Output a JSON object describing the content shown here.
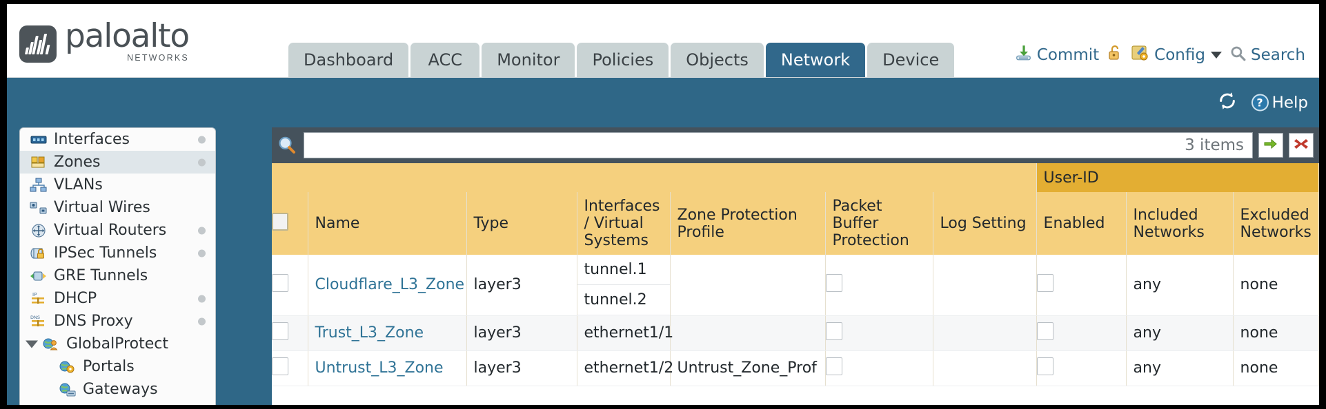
{
  "brand": {
    "name": "paloalto",
    "tagline": "NETWORKS",
    "logo_icon": "paloalto-logo-icon"
  },
  "nav_tabs": [
    {
      "label": "Dashboard",
      "active": false
    },
    {
      "label": "ACC",
      "active": false
    },
    {
      "label": "Monitor",
      "active": false
    },
    {
      "label": "Policies",
      "active": false
    },
    {
      "label": "Objects",
      "active": false
    },
    {
      "label": "Network",
      "active": true
    },
    {
      "label": "Device",
      "active": false
    }
  ],
  "header_actions": {
    "commit": {
      "label": "Commit",
      "icon": "commit-download-icon"
    },
    "lock": {
      "icon": "padlock-icon"
    },
    "config": {
      "label": "Config",
      "icon": "config-wrench-icon",
      "caret": "chevron-down-icon"
    },
    "search": {
      "label": "Search",
      "icon": "search-magnifier-icon"
    }
  },
  "band": {
    "refresh": {
      "icon": "refresh-icon"
    },
    "help": {
      "label": "Help",
      "badge": "?",
      "icon": "help-question-icon"
    }
  },
  "sidebar": {
    "items": [
      {
        "label": "Interfaces",
        "icon": "interfaces-icon",
        "dot": true,
        "selected": false,
        "child": false,
        "expander": false
      },
      {
        "label": "Zones",
        "icon": "zones-icon",
        "dot": true,
        "selected": true,
        "child": false,
        "expander": false
      },
      {
        "label": "VLANs",
        "icon": "vlans-icon",
        "dot": false,
        "selected": false,
        "child": false,
        "expander": false
      },
      {
        "label": "Virtual Wires",
        "icon": "virtual-wires-icon",
        "dot": false,
        "selected": false,
        "child": false,
        "expander": false
      },
      {
        "label": "Virtual Routers",
        "icon": "virtual-routers-icon",
        "dot": true,
        "selected": false,
        "child": false,
        "expander": false
      },
      {
        "label": "IPSec Tunnels",
        "icon": "ipsec-tunnels-icon",
        "dot": true,
        "selected": false,
        "child": false,
        "expander": false
      },
      {
        "label": "GRE Tunnels",
        "icon": "gre-tunnels-icon",
        "dot": false,
        "selected": false,
        "child": false,
        "expander": false
      },
      {
        "label": "DHCP",
        "icon": "dhcp-icon",
        "dot": true,
        "selected": false,
        "child": false,
        "expander": false
      },
      {
        "label": "DNS Proxy",
        "icon": "dns-proxy-icon",
        "dot": true,
        "selected": false,
        "child": false,
        "expander": false
      },
      {
        "label": "GlobalProtect",
        "icon": "globalprotect-icon",
        "dot": false,
        "selected": false,
        "child": false,
        "expander": true
      },
      {
        "label": "Portals",
        "icon": "portals-icon",
        "dot": false,
        "selected": false,
        "child": true,
        "expander": false
      },
      {
        "label": "Gateways",
        "icon": "gateways-icon",
        "dot": false,
        "selected": false,
        "child": true,
        "expander": false
      }
    ]
  },
  "search_bar": {
    "icon": "search-magnifier-icon",
    "value": "",
    "placeholder": "",
    "items_count": "3 items",
    "apply_icon": "green-arrow-icon",
    "clear_icon": "red-x-icon"
  },
  "table": {
    "group_header": {
      "label": "User-ID",
      "span": 3
    },
    "columns": [
      {
        "key": "checkbox",
        "label": ""
      },
      {
        "key": "name",
        "label": "Name"
      },
      {
        "key": "type",
        "label": "Type"
      },
      {
        "key": "interfaces",
        "label": "Interfaces / Virtual Systems"
      },
      {
        "key": "zone_protection",
        "label": "Zone Protection Profile"
      },
      {
        "key": "packet_buffer",
        "label": "Packet Buffer Protection"
      },
      {
        "key": "log_setting",
        "label": "Log Setting"
      },
      {
        "key": "enabled",
        "label": "Enabled"
      },
      {
        "key": "included",
        "label": "Included Networks"
      },
      {
        "key": "excluded",
        "label": "Excluded Networks"
      }
    ],
    "rows": [
      {
        "name": "Cloudflare_L3_Zone",
        "type": "layer3",
        "interfaces": [
          "tunnel.1",
          "tunnel.2"
        ],
        "zone_protection": "",
        "packet_buffer_checked": false,
        "log_setting": "",
        "enabled_checked": false,
        "included": "any",
        "excluded": "none"
      },
      {
        "name": "Trust_L3_Zone",
        "type": "layer3",
        "interfaces": [
          "ethernet1/1"
        ],
        "zone_protection": "",
        "packet_buffer_checked": false,
        "log_setting": "",
        "enabled_checked": false,
        "included": "any",
        "excluded": "none"
      },
      {
        "name": "Untrust_L3_Zone",
        "type": "layer3",
        "interfaces": [
          "ethernet1/2"
        ],
        "zone_protection": "Untrust_Zone_Prof",
        "packet_buffer_checked": false,
        "log_setting": "",
        "enabled_checked": false,
        "included": "any",
        "excluded": "none"
      }
    ]
  },
  "colors": {
    "tab_active": "#31688b",
    "tab_inactive": "#c9d3d4",
    "band_blue": "#2f6787",
    "header_yellow": "#f5d07e",
    "group_yellow": "#e3ae33",
    "link_blue": "#2f7396",
    "panel_dark": "#45525c"
  }
}
